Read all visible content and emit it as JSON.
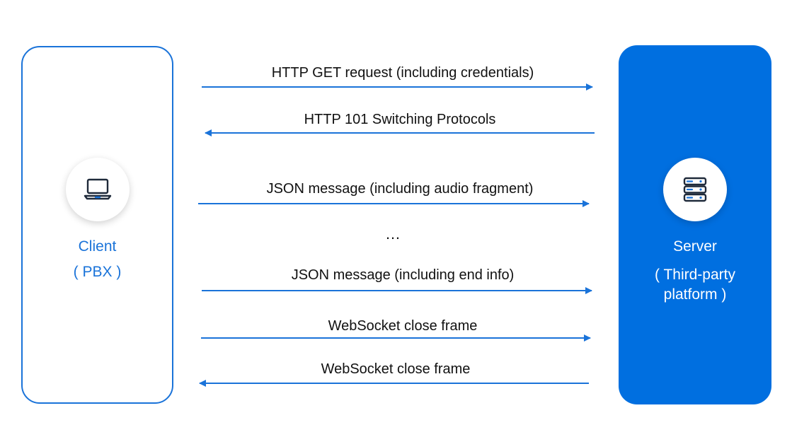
{
  "colors": {
    "accent": "#1a73d9",
    "server_fill": "#006fe0",
    "arrow": "#1a73d9"
  },
  "client": {
    "name": "Client",
    "sub": "( PBX )",
    "icon": "laptop-icon"
  },
  "server": {
    "name": "Server",
    "sub_line1": "( Third-party",
    "sub_line2": "platform )",
    "icon": "server-rack-icon"
  },
  "messages": [
    {
      "label": "HTTP GET request (including credentials)",
      "direction": "right"
    },
    {
      "label": "HTTP 101 Switching Protocols",
      "direction": "left"
    },
    {
      "label": "JSON message (including audio fragment)",
      "direction": "right"
    },
    {
      "label": "JSON message (including end info)",
      "direction": "right"
    },
    {
      "label": "WebSocket close frame",
      "direction": "right"
    },
    {
      "label": "WebSocket close frame",
      "direction": "left"
    }
  ],
  "ellipsis": "…"
}
